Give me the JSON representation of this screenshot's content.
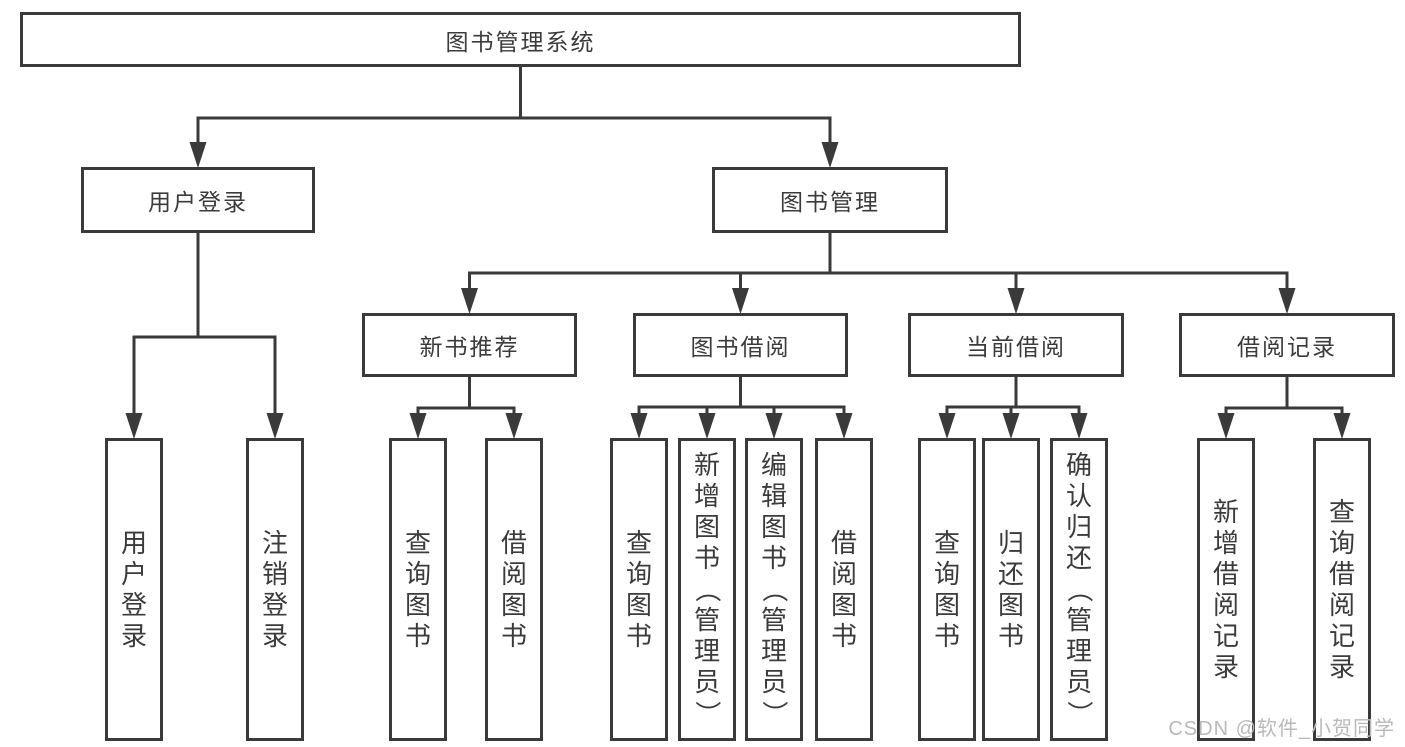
{
  "diagram": {
    "title": "图书管理系统",
    "tree": {
      "id": "root",
      "label": "图书管理系统",
      "children": [
        {
          "id": "user-login",
          "label": "用户登录",
          "children": [
            {
              "id": "leaf-user-login",
              "label": "用户登录"
            },
            {
              "id": "leaf-logout",
              "label": "注销登录"
            }
          ]
        },
        {
          "id": "book-mgmt",
          "label": "图书管理",
          "children": [
            {
              "id": "new-book-rec",
              "label": "新书推荐",
              "children": [
                {
                  "id": "nbr-query",
                  "label": "查询图书"
                },
                {
                  "id": "nbr-borrow",
                  "label": "借阅图书"
                }
              ]
            },
            {
              "id": "book-borrow",
              "label": "图书借阅",
              "children": [
                {
                  "id": "bb-query",
                  "label": "查询图书"
                },
                {
                  "id": "bb-add",
                  "label": "新增图书（管理员）"
                },
                {
                  "id": "bb-edit",
                  "label": "编辑图书（管理员）"
                },
                {
                  "id": "bb-borrow",
                  "label": "借阅图书"
                }
              ]
            },
            {
              "id": "current-borrow",
              "label": "当前借阅",
              "children": [
                {
                  "id": "cb-query",
                  "label": "查询图书"
                },
                {
                  "id": "cb-return",
                  "label": "归还图书"
                },
                {
                  "id": "cb-confirm",
                  "label": "确认归还（管理员）"
                }
              ]
            },
            {
              "id": "borrow-records",
              "label": "借阅记录",
              "children": [
                {
                  "id": "br-add",
                  "label": "新增借阅记录"
                },
                {
                  "id": "br-query",
                  "label": "查询借阅记录"
                }
              ]
            }
          ]
        }
      ]
    }
  },
  "watermark": "CSDN @软件_小贺同学",
  "colors": {
    "line": "#3a3a3a",
    "text": "#3b3b3b",
    "background": "#ffffff",
    "watermark": "#b9b9b9"
  }
}
